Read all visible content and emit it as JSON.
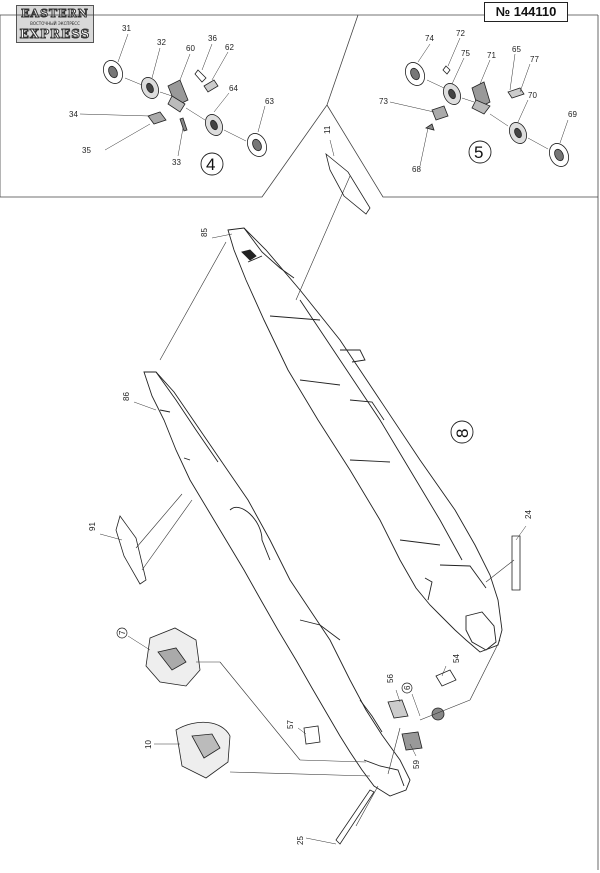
{
  "logo": {
    "line1": "EASTERN",
    "line2": "ВОСТОЧНЫЙ ЭКСПРЕСС",
    "line3": "EXPRESS"
  },
  "catalog_number": "№ 144110",
  "panel_left": {
    "step": "4",
    "callouts": [
      "31",
      "32",
      "60",
      "36",
      "62",
      "34",
      "64",
      "63",
      "35",
      "33"
    ]
  },
  "panel_right": {
    "step": "5",
    "callouts": [
      "74",
      "72",
      "75",
      "71",
      "65",
      "77",
      "73",
      "70",
      "69",
      "68"
    ]
  },
  "main": {
    "step": "8",
    "callouts": [
      "11",
      "85",
      "86",
      "91",
      "24",
      "7",
      "56",
      "54",
      "6",
      "57",
      "10",
      "59",
      "25"
    ]
  }
}
